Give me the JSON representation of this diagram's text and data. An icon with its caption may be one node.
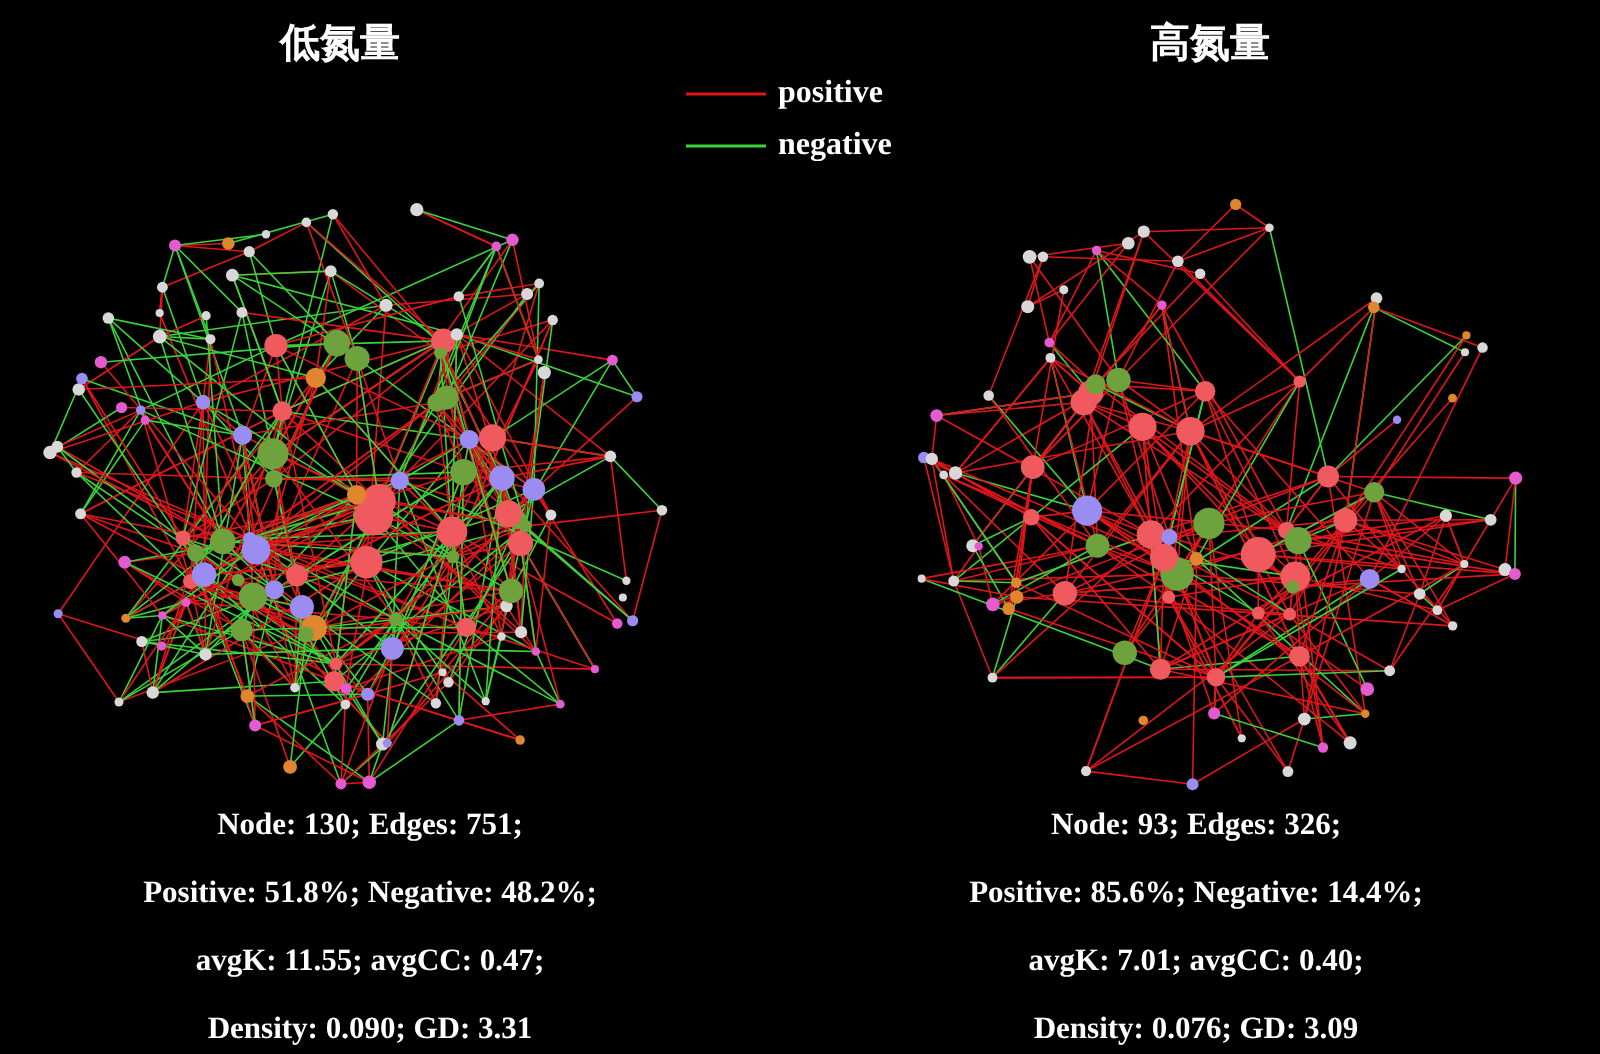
{
  "diagram": {
    "labels": [
      "低氮量",
      "高氮量",
      "Node: 130; Edges: 751;",
      "Node: 93; Edges: 326;",
      "Positive: 51.8%; Negative: 48.2%;",
      "Positive: 85.6%; Negative: 14.4%;",
      "avgK: 11.55; avgCC: 0.47;",
      "avgK: 7.01; avgCC: 0.40;",
      "Density: 0.090; GD: 3.31",
      "Density: 0.076; GD: 3.09"
    ],
    "legend": [
      {
        "text": "positive"
      },
      {
        "text": "negative"
      }
    ]
  }
}
